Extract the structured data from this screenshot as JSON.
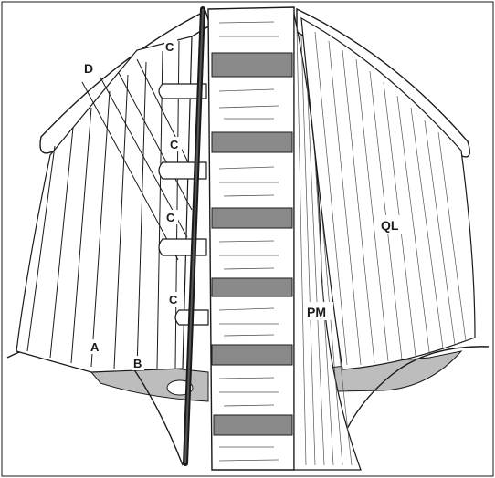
{
  "figure": {
    "labels": {
      "D": "D",
      "C1": "C",
      "C2": "C",
      "C3": "C",
      "C4": "C",
      "A": "A",
      "B": "B",
      "PM": "PM",
      "QL": "QL"
    },
    "colors": {
      "ink": "#1a1a1a",
      "paper": "#ffffff",
      "hatch": "#555555",
      "shade": "#8a8a8a"
    }
  }
}
